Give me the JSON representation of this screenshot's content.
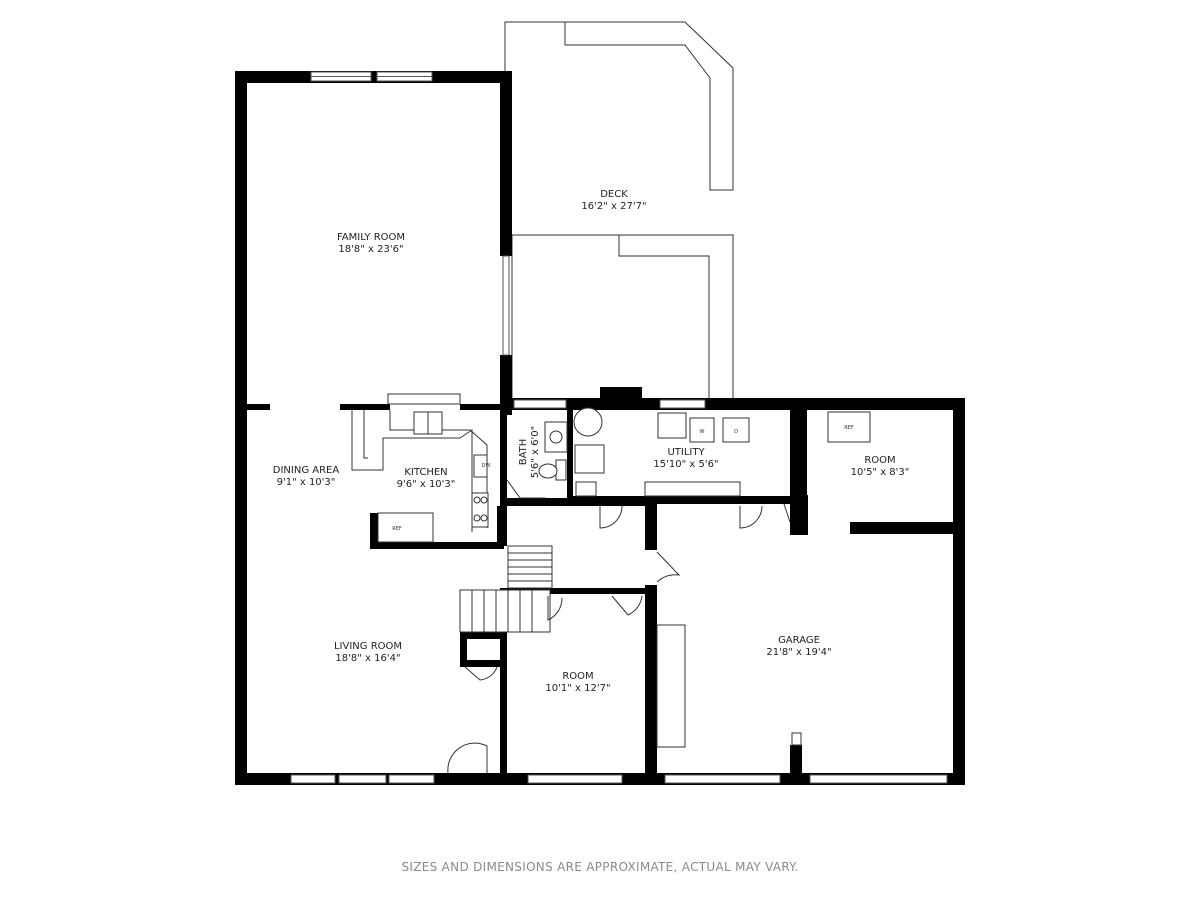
{
  "rooms": {
    "family_room": {
      "name": "FAMILY ROOM",
      "dims": "18'8\" x 23'6\""
    },
    "deck": {
      "name": "DECK",
      "dims": "16'2\" x 27'7\""
    },
    "dining_area": {
      "name": "DINING AREA",
      "dims": "9'1\" x 10'3\""
    },
    "kitchen": {
      "name": "KITCHEN",
      "dims": "9'6\" x 10'3\""
    },
    "bath": {
      "name": "BATH",
      "dims": "5'6\" x 6'0\""
    },
    "utility": {
      "name": "UTILITY",
      "dims": "15'10\" x 5'6\""
    },
    "room_ne": {
      "name": "ROOM",
      "dims": "10'5\" x 8'3\""
    },
    "living_room": {
      "name": "LIVING ROOM",
      "dims": "18'8\" x 16'4\""
    },
    "room_center": {
      "name": "ROOM",
      "dims": "10'1\" x 12'7\""
    },
    "garage": {
      "name": "GARAGE",
      "dims": "21'8\" x 19'4\""
    }
  },
  "fixtures": {
    "dishwasher": "DW",
    "fridge_kitchen": "REF",
    "fridge_room": "REF",
    "washer": "W",
    "dryer": "D"
  },
  "disclaimer": "SIZES AND DIMENSIONS ARE APPROXIMATE, ACTUAL MAY VARY."
}
